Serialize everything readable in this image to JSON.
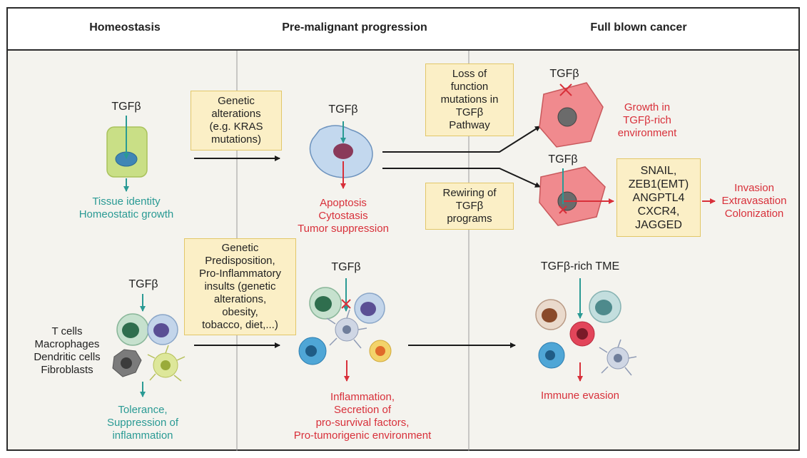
{
  "columns": {
    "homeostasis": "Homeostasis",
    "premalignant": "Pre-malignant progression",
    "cancer": "Full blown cancer"
  },
  "labels": {
    "tgfb": "TGFβ",
    "tgfb_tme": "TGFβ-rich TME"
  },
  "homeostasis": {
    "epithelial_outcome": [
      "Tissue identity",
      "Homeostatic growth"
    ],
    "immune_cells": [
      "T cells",
      "Macrophages",
      "Dendritic cells",
      "Fibroblasts"
    ],
    "immune_outcome": [
      "Tolerance,",
      "Suppression of",
      "inflammation"
    ]
  },
  "boxes": {
    "genetic_alterations": [
      "Genetic",
      "alterations",
      "(e.g. KRAS",
      "mutations)"
    ],
    "predisposition": [
      "Genetic",
      "Predisposition,",
      "Pro-Inflammatory",
      "insults (genetic",
      "alterations,",
      "obesity,",
      "tobacco, diet,...)"
    ],
    "loss_of_function": [
      "Loss of",
      "function",
      "mutations in",
      "TGFβ",
      "Pathway"
    ],
    "rewiring": [
      "Rewiring of",
      "TGFβ",
      "programs"
    ],
    "emt_genes": [
      "SNAIL,",
      "ZEB1(EMT)",
      "ANGPTL4",
      "CXCR4,",
      "JAGGED"
    ]
  },
  "premalignant": {
    "epithelial_outcome": [
      "Apoptosis",
      "Cytostasis",
      "Tumor suppression"
    ],
    "immune_outcome": [
      "Inflammation,",
      "Secretion of",
      "pro-survival factors,",
      "Pro-tumorigenic environment"
    ]
  },
  "cancer": {
    "growth_outcome": [
      "Growth in",
      "TGFβ-rich",
      "environment"
    ],
    "metastasis_outcome": [
      "Invasion",
      "Extravasation",
      "Colonization"
    ],
    "immune_outcome": "Immune evasion"
  },
  "colors": {
    "teal": "#2a9a94",
    "red": "#d8303a",
    "box_fill": "#fbefc6",
    "panel_bg": "#f4f3ee"
  }
}
